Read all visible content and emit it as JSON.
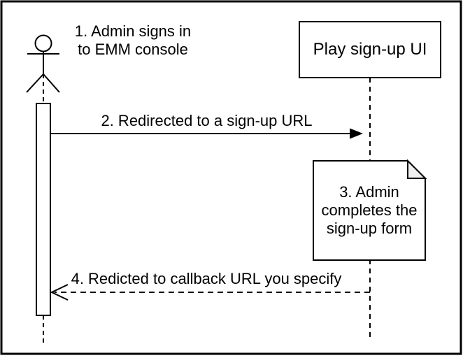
{
  "diagram_type": "uml-sequence-diagram",
  "colors": {
    "stroke": "#000000",
    "background": "#ffffff",
    "note_fold_fill": "#f0f0f0",
    "text": "#000000"
  },
  "participants": {
    "actor": {
      "type": "actor",
      "icon": "stick-figure-actor-icon",
      "label": ""
    },
    "play_signup_ui": {
      "type": "object",
      "label": "Play sign-up UI"
    }
  },
  "steps": {
    "step1": {
      "kind": "actor-label",
      "text": "1. Admin signs in\nto EMM console"
    },
    "step2": {
      "kind": "message",
      "line": "solid",
      "arrowhead": "filled",
      "from": "actor",
      "to": "play_signup_ui",
      "text": "2. Redirected to a sign-up URL"
    },
    "step3": {
      "kind": "note",
      "text": "3. Admin\ncompletes the\nsign-up form"
    },
    "step4": {
      "kind": "message",
      "line": "dashed",
      "arrowhead": "open",
      "from": "play_signup_ui",
      "to": "actor",
      "text": "4. Redicted to callback URL you specify"
    }
  }
}
